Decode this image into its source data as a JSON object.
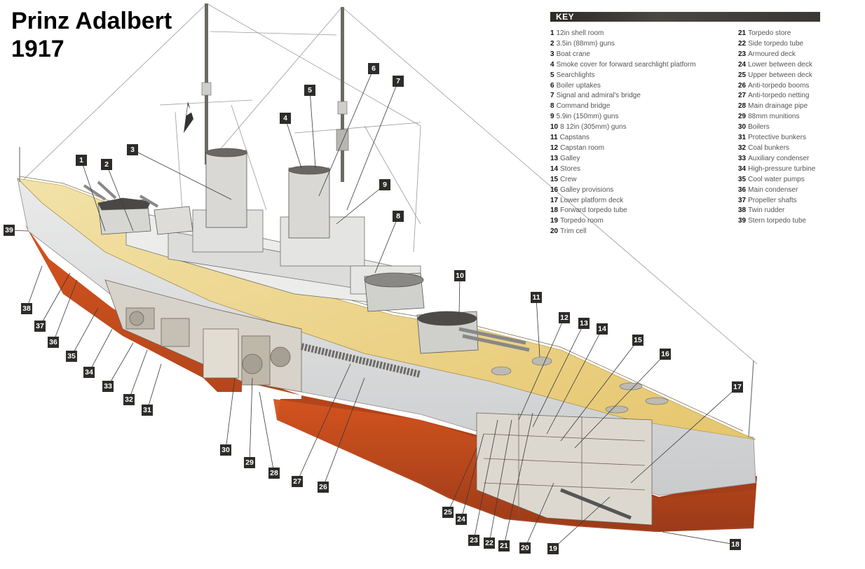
{
  "title": {
    "line1": "Prinz Adalbert",
    "line2": "1917"
  },
  "key": {
    "header": "KEY",
    "items": [
      {
        "num": "1",
        "label": "12in shell room"
      },
      {
        "num": "2",
        "label": "3.5in (88mm) guns"
      },
      {
        "num": "3",
        "label": "Boat crane"
      },
      {
        "num": "4",
        "label": "Smoke cover for forward searchlight platform"
      },
      {
        "num": "5",
        "label": "Searchlights"
      },
      {
        "num": "6",
        "label": "Boiler uptakes"
      },
      {
        "num": "7",
        "label": "Signal and admiral's bridge"
      },
      {
        "num": "8",
        "label": "Command bridge"
      },
      {
        "num": "9",
        "label": "5.9in (150mm) guns"
      },
      {
        "num": "10",
        "label": "8 12in (305mm) guns"
      },
      {
        "num": "11",
        "label": "Capstans"
      },
      {
        "num": "12",
        "label": "Capstan room"
      },
      {
        "num": "13",
        "label": "Galley"
      },
      {
        "num": "14",
        "label": "Stores"
      },
      {
        "num": "15",
        "label": "Crew"
      },
      {
        "num": "16",
        "label": "Galley provisions"
      },
      {
        "num": "17",
        "label": "Lower platform deck"
      },
      {
        "num": "18",
        "label": "Forward torpedo tube"
      },
      {
        "num": "19",
        "label": "Torpedo room"
      },
      {
        "num": "20",
        "label": "Trim cell"
      },
      {
        "num": "21",
        "label": "Torpedo store"
      },
      {
        "num": "22",
        "label": "Side torpedo tube"
      },
      {
        "num": "23",
        "label": "Armoured deck"
      },
      {
        "num": "24",
        "label": "Lower between deck"
      },
      {
        "num": "25",
        "label": "Upper between deck"
      },
      {
        "num": "26",
        "label": "Anti-torpedo booms"
      },
      {
        "num": "27",
        "label": "Anti-torpedo netting"
      },
      {
        "num": "28",
        "label": "Main drainage pipe"
      },
      {
        "num": "29",
        "label": "88mm munitions"
      },
      {
        "num": "30",
        "label": "Boilers"
      },
      {
        "num": "31",
        "label": "Protective bunkers"
      },
      {
        "num": "32",
        "label": "Coal bunkers"
      },
      {
        "num": "33",
        "label": "Auxiliary condenser"
      },
      {
        "num": "34",
        "label": "High-pressure turbine"
      },
      {
        "num": "35",
        "label": "Cool water pumps"
      },
      {
        "num": "36",
        "label": "Main condenser"
      },
      {
        "num": "37",
        "label": "Propeller shafts"
      },
      {
        "num": "38",
        "label": "Twin rudder"
      },
      {
        "num": "39",
        "label": "Stern torpedo tube"
      }
    ]
  },
  "colors": {
    "hull_red": "#c9491f",
    "hull_grey": "#dcdcd8",
    "deck": "#ecd48a",
    "callout_bg": "#2e2c29"
  }
}
